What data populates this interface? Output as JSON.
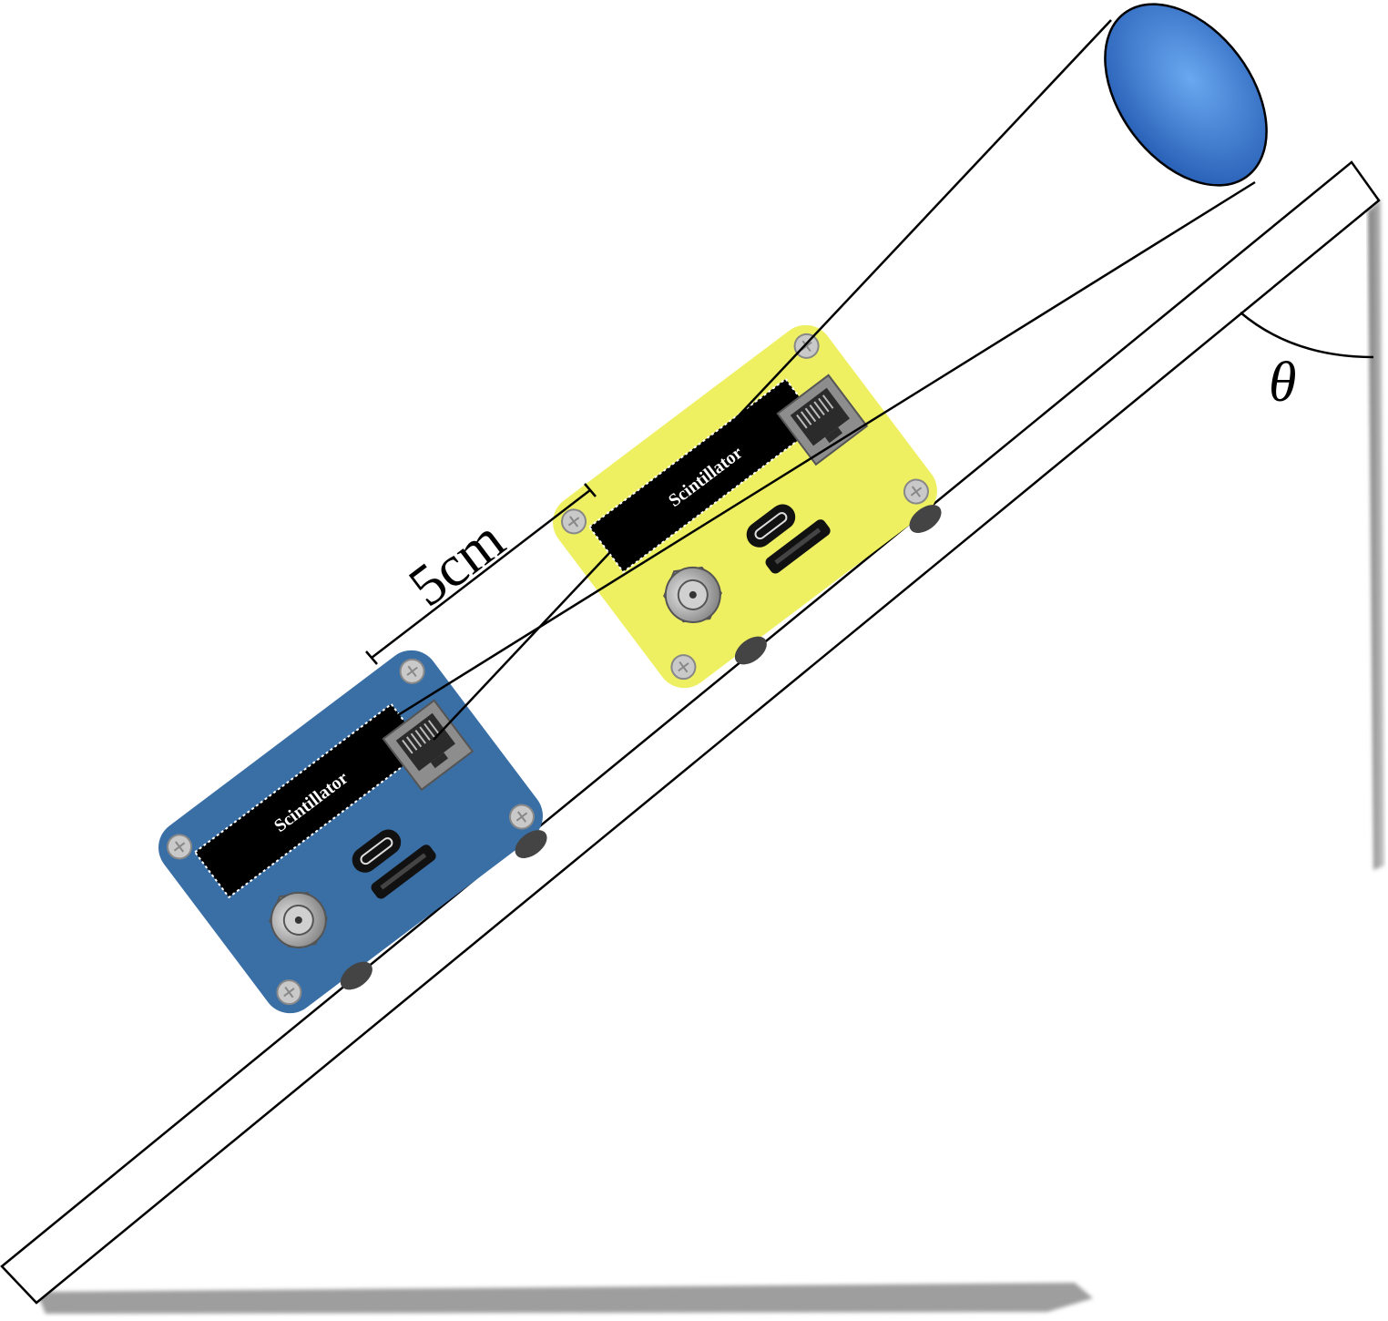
{
  "labels": {
    "distance": "5cm",
    "angle": "θ",
    "scintillator_top": "Scintillator",
    "scintillator_bottom": "Scintillator"
  },
  "colors": {
    "top_board": "#eef062",
    "bottom_board": "#3a6fa6",
    "cone_cap": "#3a78d0",
    "cone_cap_highlight": "#6aa8f0",
    "scintillator": "#000000",
    "shadow": "#9a9a9a"
  },
  "icons": {
    "connector": "bnc-connector-icon",
    "ethernet": "rj45-port-icon",
    "usb": "usb-c-port-icon",
    "card_slot": "sd-card-slot-icon",
    "screw": "screw-icon"
  }
}
